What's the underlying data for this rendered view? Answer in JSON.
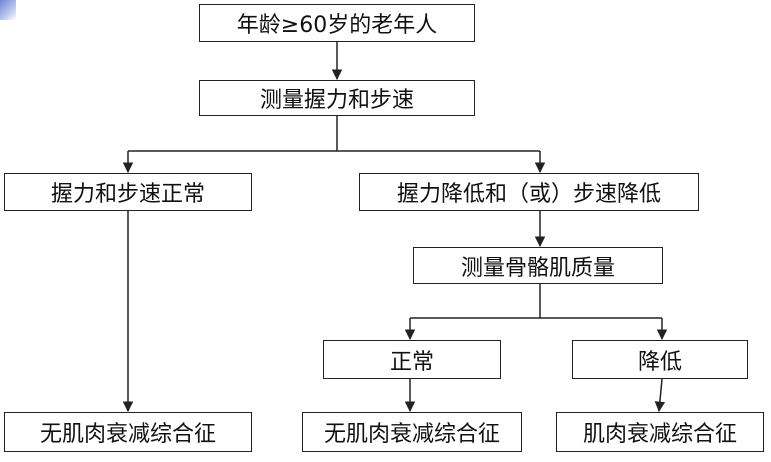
{
  "flowchart": {
    "nodes": {
      "start": "年龄≥60岁的老年人",
      "measure_grip_speed": "测量握力和步速",
      "grip_speed_normal": "握力和步速正常",
      "grip_speed_low": "握力降低和（或）步速降低",
      "measure_muscle_mass": "测量骨骼肌质量",
      "mass_normal": "正常",
      "mass_low": "降低",
      "result_no_sarcopenia_1": "无肌肉衰减综合征",
      "result_no_sarcopenia_2": "无肌肉衰减综合征",
      "result_sarcopenia": "肌肉衰减综合征"
    },
    "edges": [
      [
        "start",
        "measure_grip_speed"
      ],
      [
        "measure_grip_speed",
        "grip_speed_normal"
      ],
      [
        "measure_grip_speed",
        "grip_speed_low"
      ],
      [
        "grip_speed_normal",
        "result_no_sarcopenia_1"
      ],
      [
        "grip_speed_low",
        "measure_muscle_mass"
      ],
      [
        "measure_muscle_mass",
        "mass_normal"
      ],
      [
        "measure_muscle_mass",
        "mass_low"
      ],
      [
        "mass_normal",
        "result_no_sarcopenia_2"
      ],
      [
        "mass_low",
        "result_sarcopenia"
      ]
    ]
  }
}
